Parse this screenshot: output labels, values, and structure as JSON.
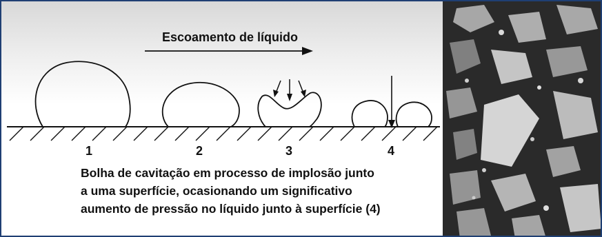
{
  "diagram": {
    "flow_label": "Escoamento de líquido",
    "stage_labels": [
      "1",
      "2",
      "3",
      "4"
    ],
    "caption_lines": [
      "Bolha de cavitação em processo de implosão junto",
      "a uma superfície, ocasionando um significativo",
      "aumento de pressão no líquido junto à superfície (4)"
    ]
  },
  "colors": {
    "border": "#1f3f73",
    "ink": "#111111",
    "photo_background": "#2b2b2b"
  },
  "icons": {
    "flow_arrow": "right-arrow-icon",
    "implosion_arrows": "down-arrow-icon"
  }
}
